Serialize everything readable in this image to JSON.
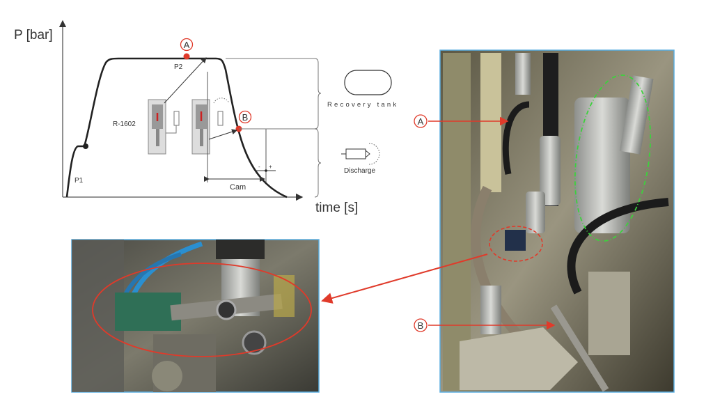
{
  "chart": {
    "y_label": "P [bar]",
    "x_label": "time [s]",
    "p1_label": "P1",
    "p2_label": "P2",
    "valve_label": "R-1602",
    "cam_label": "Cam",
    "marker_a": "A",
    "marker_b": "B",
    "minus_label": "-",
    "plus_label": "+",
    "recovery_label": "Recovery tank",
    "discharge_label": "Discharge"
  },
  "photo_right": {
    "marker_a": "A",
    "marker_b": "B"
  },
  "colors": {
    "accent_red": "#e03a2a",
    "highlight_green": "#3cd23c",
    "photo_border": "#5aaee0"
  }
}
